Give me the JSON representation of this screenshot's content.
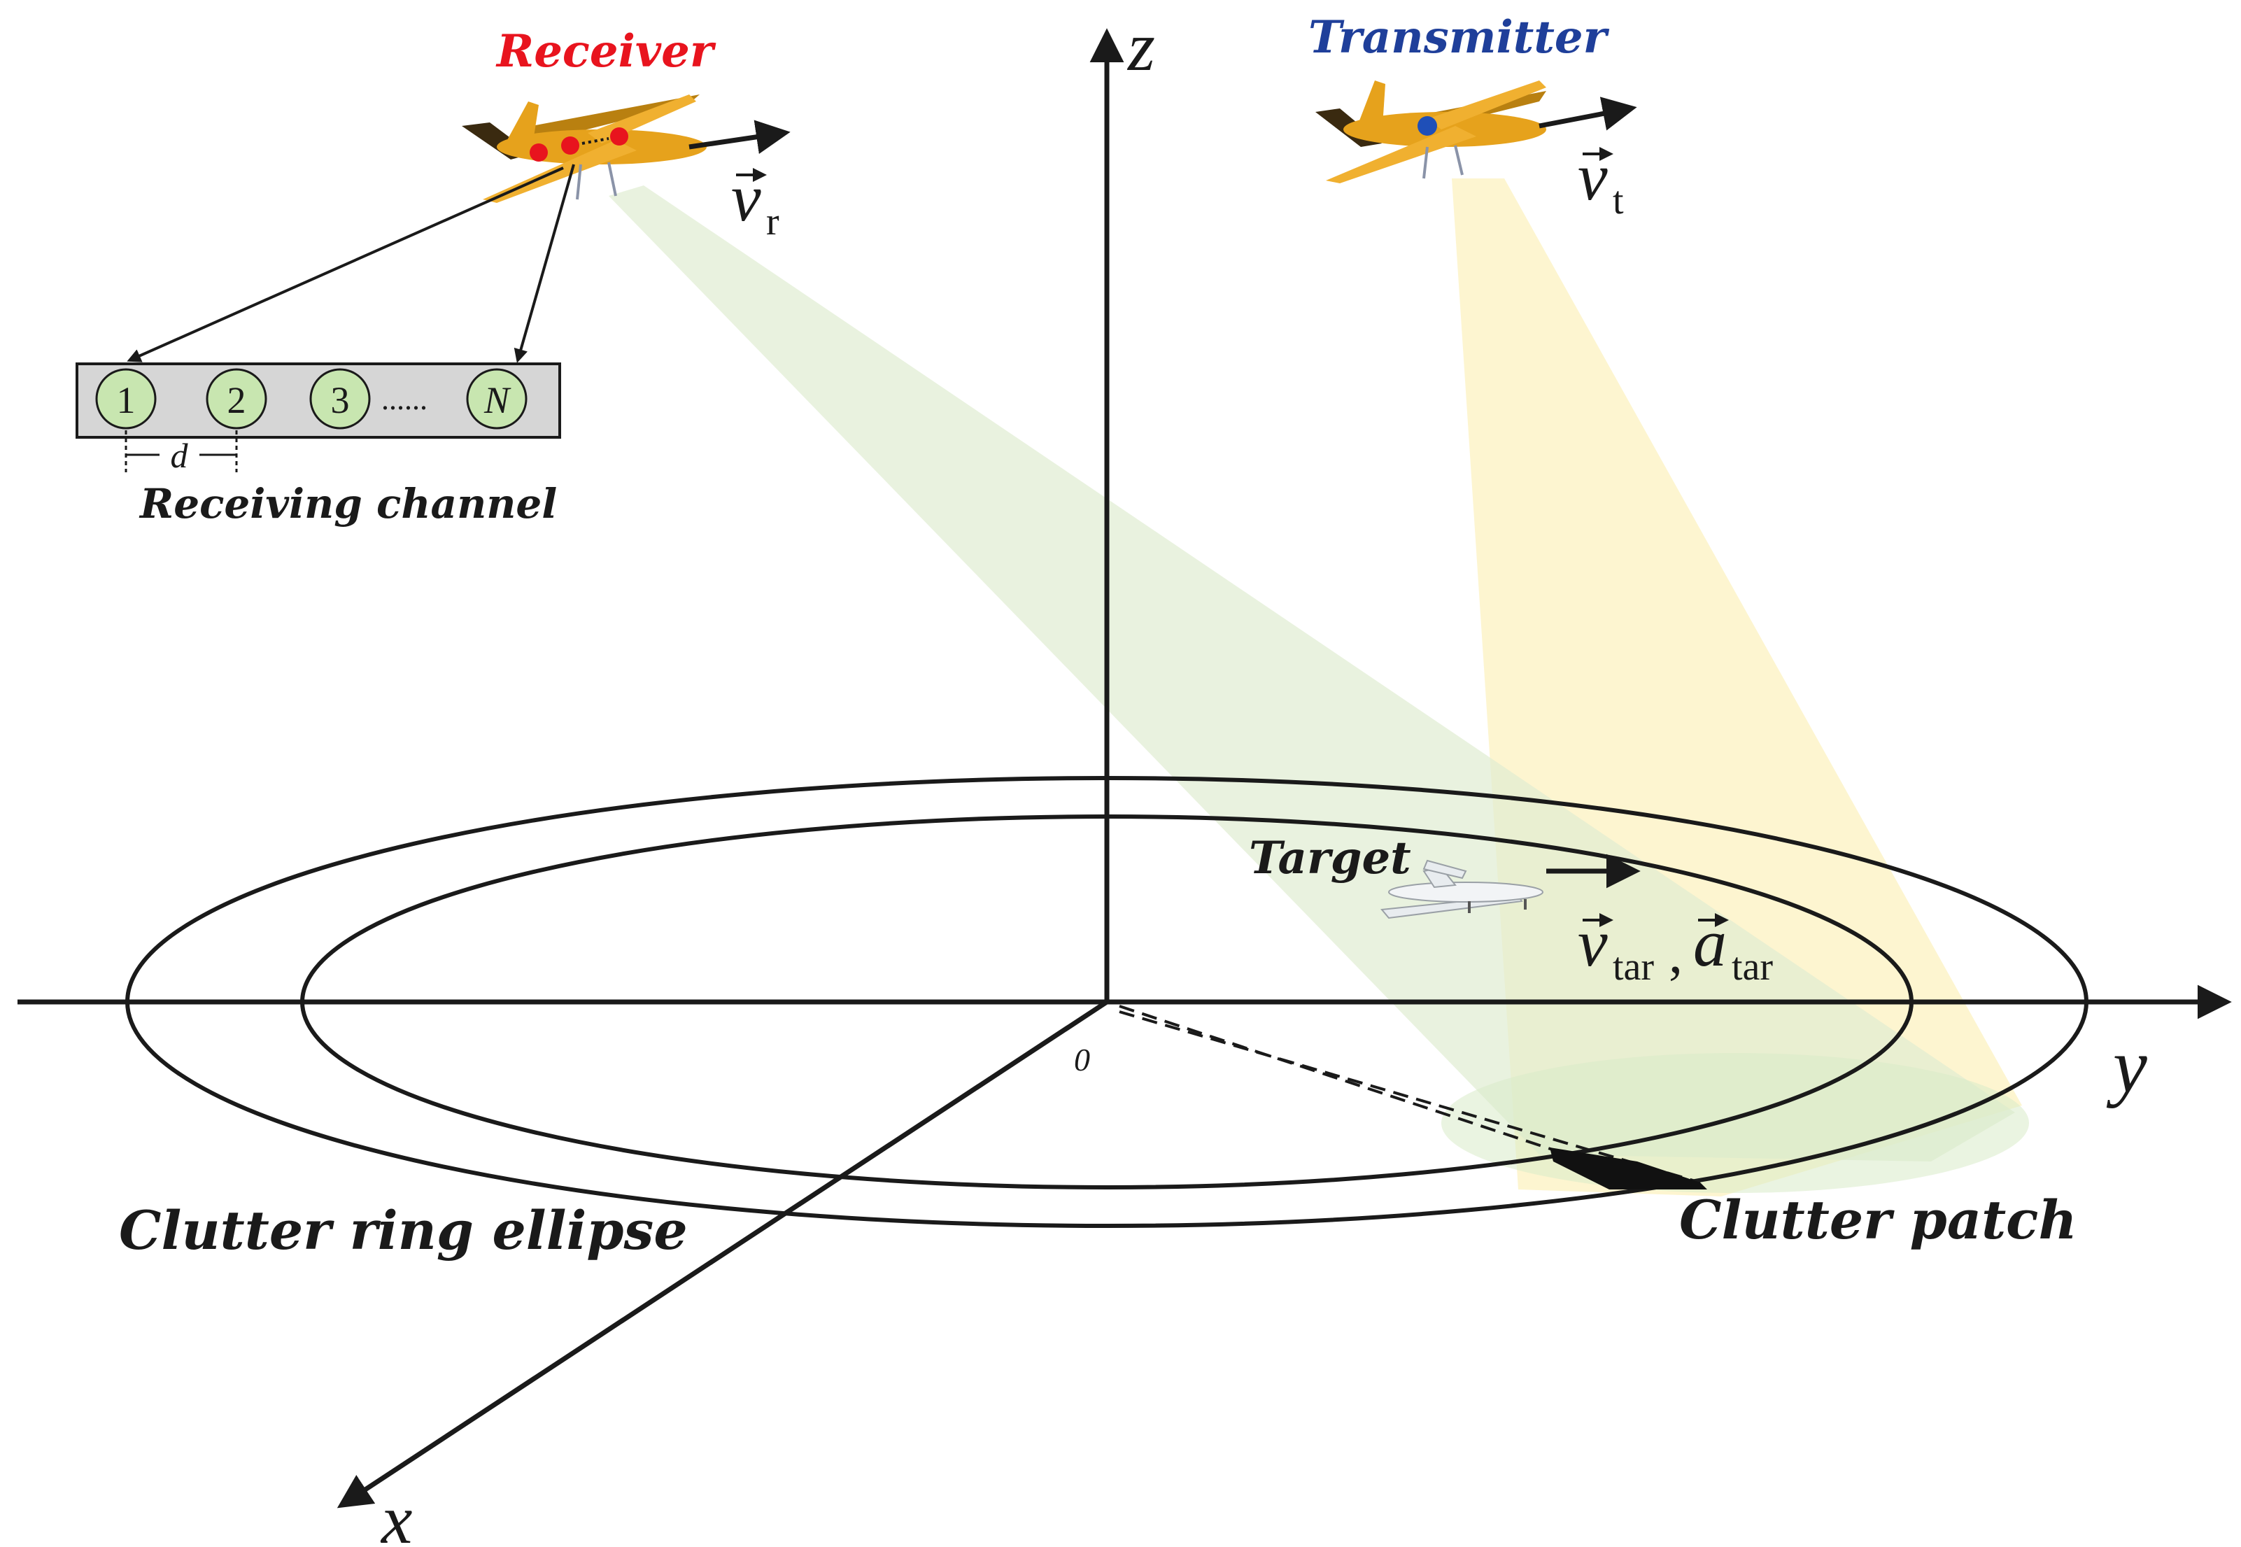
{
  "receiver": {
    "title": "Receiver",
    "title_color": "#e8141e",
    "velocity": {
      "symbol": "v",
      "subscript": "r"
    },
    "channel_label": "Receiving channel",
    "spacing_label": "d",
    "channels": [
      "1",
      "2",
      "3",
      "N"
    ],
    "ellipsis": "......",
    "array_dot_color": "#e8141e"
  },
  "transmitter": {
    "title": "Transmitter",
    "title_color": "#1f3f9a",
    "velocity": {
      "symbol": "v",
      "subscript": "t"
    },
    "array_dot_color": "#1f4fb8"
  },
  "target": {
    "title": "Target",
    "velocity": {
      "symbol": "v",
      "subscript": "tar"
    },
    "separator": ",",
    "acceleration": {
      "symbol": "a",
      "subscript": "tar"
    }
  },
  "axes": {
    "x": "x",
    "y": "y",
    "z": "z",
    "origin": "0"
  },
  "clutter": {
    "ring_label": "Clutter ring ellipse",
    "patch_label": "Clutter patch"
  },
  "colors": {
    "aircraft_body": "#e6a21c",
    "aircraft_dark": "#3a2a10",
    "receive_beam": "#dfecd2",
    "transmit_beam": "#fdf3c8",
    "channel_fill": "#c8e6b0",
    "channel_bar": "#d6d6d6",
    "ink": "#1a1a1a"
  }
}
